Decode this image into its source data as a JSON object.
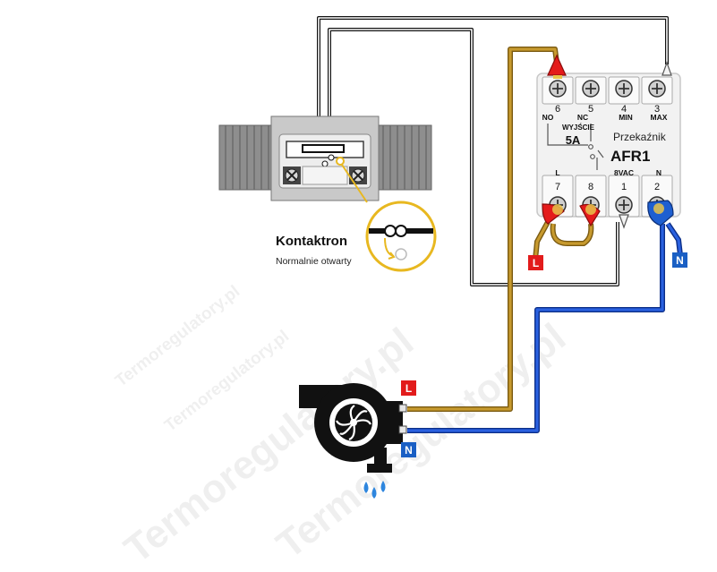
{
  "sensor": {
    "name": "Kontaktron",
    "subtitle": "Normalnie otwarty"
  },
  "relay": {
    "brand": "Przekaźnik",
    "model": "AFR1",
    "output_label": "WYJŚCIE",
    "output_rating": "5A",
    "top_terminals": [
      {
        "number": "6",
        "label": "NO"
      },
      {
        "number": "5",
        "label": "NC"
      },
      {
        "number": "4",
        "label": "MIN"
      },
      {
        "number": "3",
        "label": "MAX"
      }
    ],
    "bottom_terminals": [
      {
        "number": "7",
        "label": "L"
      },
      {
        "number": "8",
        "label": ""
      },
      {
        "number": "1",
        "label": "8VAC"
      },
      {
        "number": "2",
        "label": "N"
      }
    ]
  },
  "wire_tags": {
    "line": "L",
    "neutral": "N"
  },
  "watermark": "Termoregulatory.pl",
  "colors": {
    "live_wire": "#b5861e",
    "neutral_wire": "#1f4fd1",
    "signal_wire": "#111111",
    "tag_live_bg": "#e21b1b",
    "tag_neutral_bg": "#1a5fc4",
    "terminal_red": "#e41b1b",
    "terminal_blue": "#1e5fd0",
    "sensor_accent": "#e8b820",
    "water_drop": "#2e86de"
  },
  "icons": {
    "pump": "pump-icon",
    "water": "water-drops-icon",
    "sensor": "reed-switch-icon"
  }
}
